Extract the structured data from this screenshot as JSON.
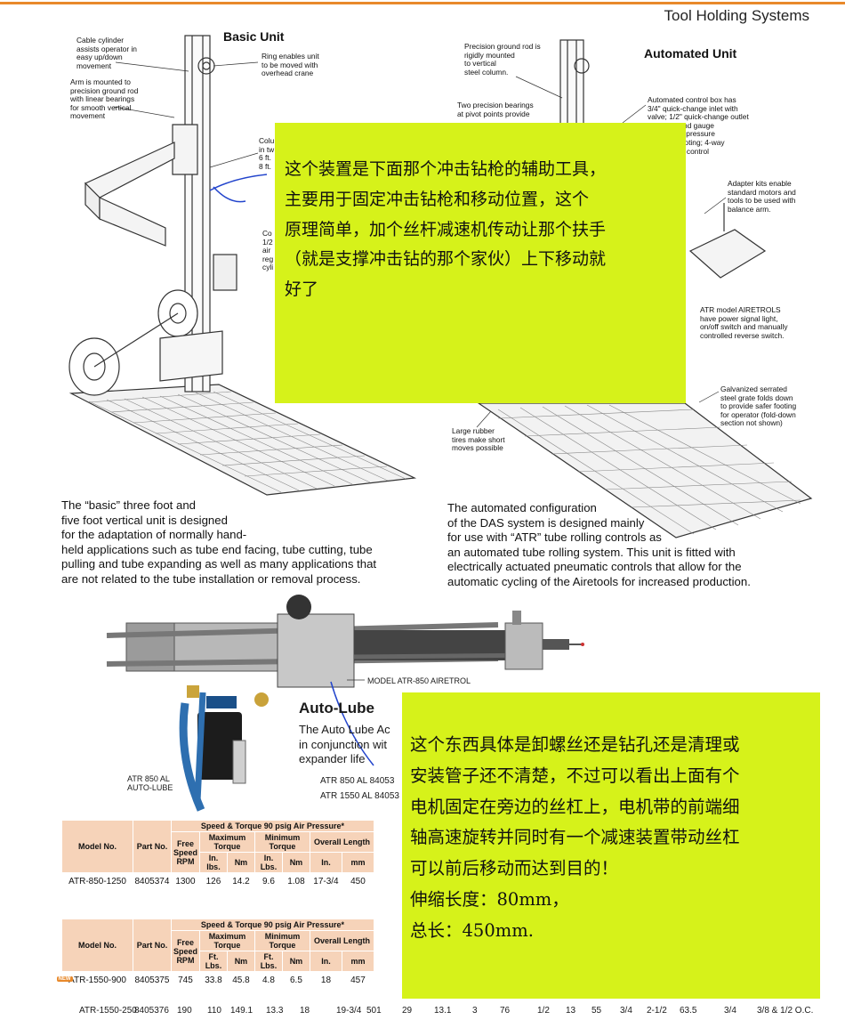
{
  "header": {
    "brand": "Tool Holding Systems"
  },
  "basic_unit": {
    "title": "Basic Unit",
    "callouts": {
      "cable": "Cable cylinder\nassists operator in\neasy up/down\nmovement",
      "arm": "Arm is mounted to\nprecision ground rod\nwith linear bearings\nfor smooth vertical\nmovement",
      "ring": "Ring enables unit\nto be moved with\noverhead crane",
      "column": "Colu\nin tw\n6 ft.\n8 ft.",
      "cyl": "Co\n1/2\nair\nreg\ncyli"
    },
    "description": "The “basic” three foot and\nfive foot vertical unit is designed\nfor the adaptation of normally hand-\nheld applications such as tube end facing, tube cutting, tube\npulling and tube expanding as well as many applications that\nare not related to the tube installation or removal process."
  },
  "automated_unit": {
    "title": "Automated Unit",
    "callouts": {
      "rod": "Precision ground rod is\nrigidly mounted\nto vertical\nsteel column.",
      "bearings": "Two precision bearings\nat pivot points provide",
      "control": "Automated control box has\n3/4\" quick-change inlet with\nvalve; 1/2\" quick-change outlet\n     regulator and gauge\n     nder; static pressure\n     trouble shooting; 4-way\n     AIRETROL control",
      "adapter": "Adapter kits enable\nstandard motors and\ntools to be used with\nbalance arm.",
      "atr": "ATR model AIRETROLS\nhave power signal light,\non/off switch and manually\ncontrolled reverse switch.",
      "grate": "Galvanized serrated\nsteel grate folds down\nto provide safer footing\nfor operator (fold-down\nsection not shown)",
      "tires": "Large rubber\ntires make short\nmoves possible"
    },
    "description": "The automated configuration\nof the DAS system is designed mainly\nfor use with “ATR” tube rolling controls as\nan automated tube rolling system. This unit is fitted with\nelectrically actuated pneumatic controls that allow for the\nautomatic cycling of the Airetools for increased production."
  },
  "notes": {
    "note1": "这个装置是下面那个冲击钻枪的辅助工具，\n主要用于固定冲击钻枪和移动位置，这个\n原理简单，加个丝杆减速机传动让那个扶手\n（就是支撑冲击钻的那个家伙）上下移动就\n好了",
    "note2": "这个东西具体是卸螺丝还是钻孔还是清理或\n安装管子还不清楚，不过可以看出上面有个\n电机固定在旁边的丝杠上，电机带的前端细\n轴高速旋转并同时有一个减速装置带动丝杠\n可以前后移动而达到目的！\n伸缩长度：80mm，\n总长：450mm."
  },
  "airetrol": {
    "model_label": "MODEL ATR-850 AIRETROL",
    "autolube_title": "Auto-Lube",
    "autolube_body": "The Auto Lube Ac\nin conjunction wit\nexpander life",
    "autolube_caption": "ATR 850 AL\nAUTO-LUBE",
    "part_rows": "ATR 850 AL    84053\nATR 1550 AL  84053"
  },
  "tables": {
    "headers": {
      "model": "Model No.",
      "part": "Part No.",
      "group": "Speed & Torque 90 psig Air Pressure*",
      "free_speed": "Free Speed RPM",
      "max_torque": "Maximum Torque",
      "min_torque": "Minimum Torque",
      "overall_length": "Overall Length",
      "ft_lbs": "Ft. Lbs.",
      "in_lbs": "In. lbs.",
      "in_lbs2": "In. Lbs.",
      "nm": "Nm",
      "in": "In.",
      "mm": "mm"
    },
    "table1_rows": [
      [
        "ATR-850-1250",
        "8405374",
        "1300",
        "126",
        "14.2",
        "9.6",
        "1.08",
        "17-3/4",
        "450"
      ]
    ],
    "table2_rows": [
      [
        "ATR-1550-900",
        "8405375",
        "745",
        "33.8",
        "45.8",
        "4.8",
        "6.5",
        "18",
        "457"
      ],
      [
        "ATR-1550-250",
        "8405376",
        "190",
        "110",
        "149.1",
        "13.3",
        "18",
        "19-3/4",
        "501",
        "29",
        "13.1",
        "3",
        "76",
        "1/2",
        "13",
        "55",
        "3/4",
        "2-1/2",
        "63.5",
        "3/4",
        "3/8 & 1/2 O.C."
      ]
    ],
    "new_badge": "NEW"
  }
}
